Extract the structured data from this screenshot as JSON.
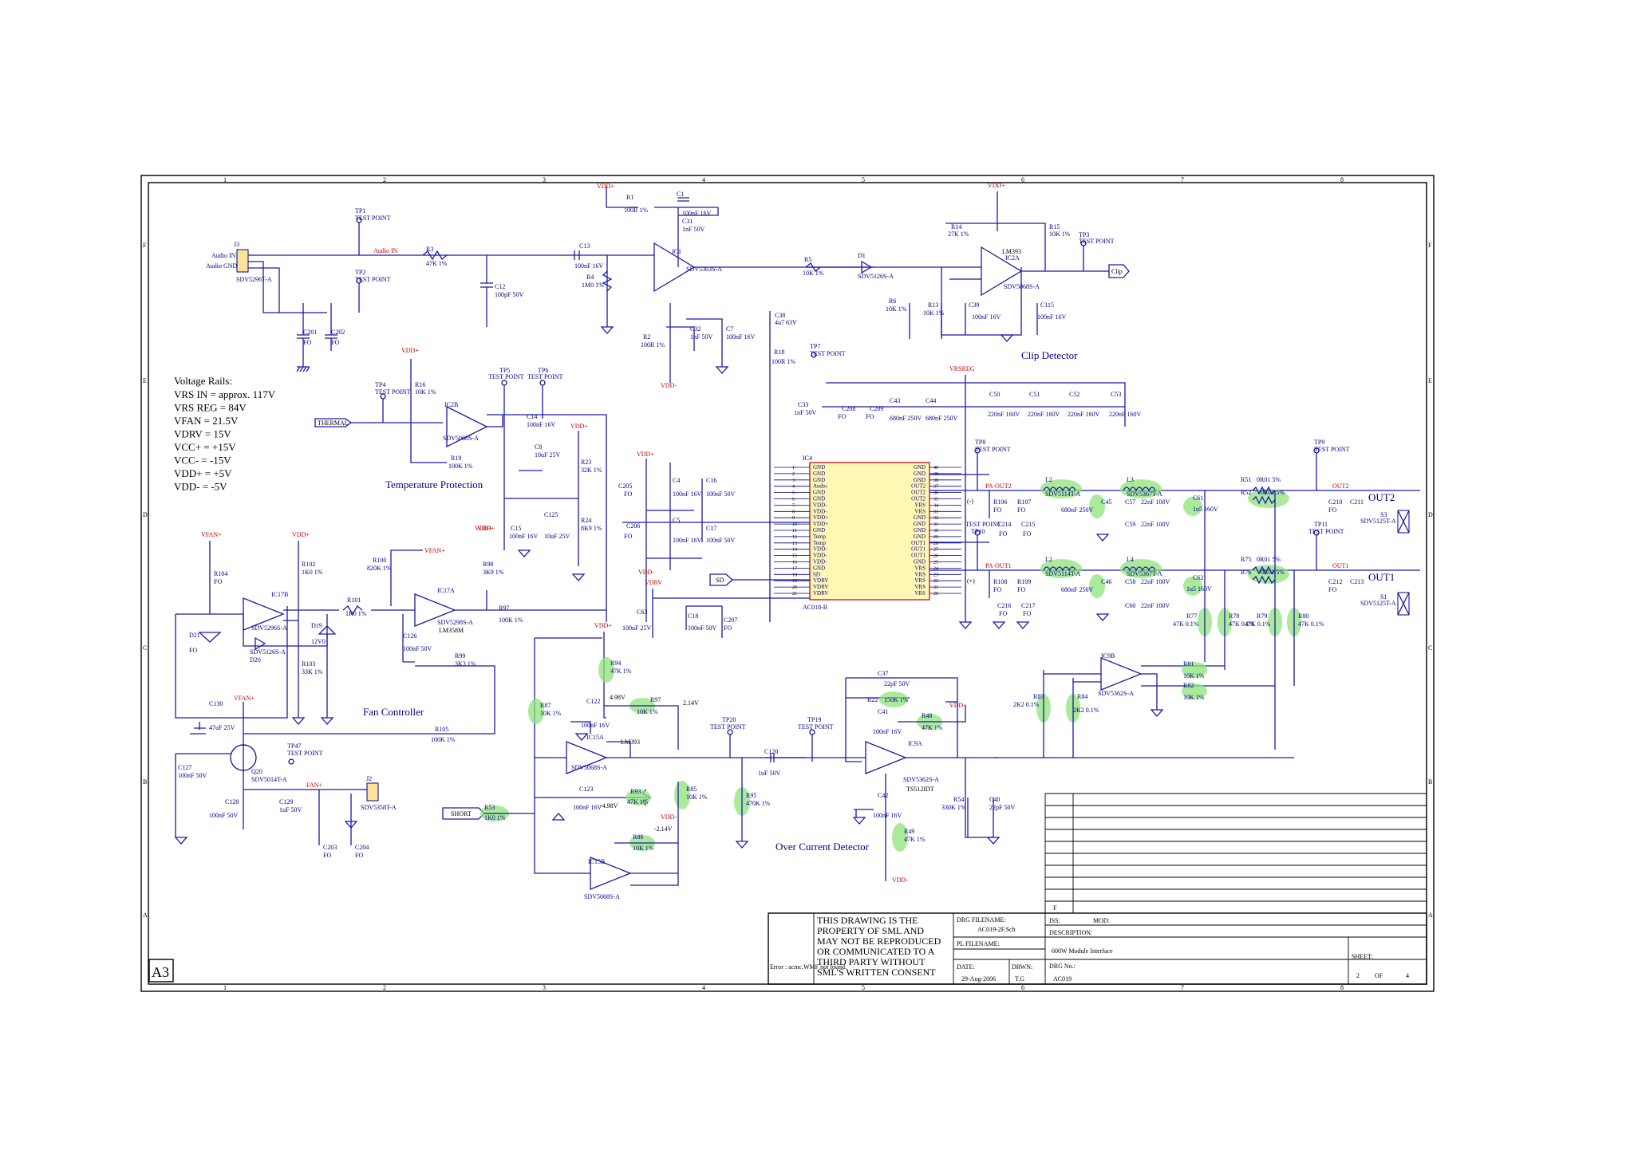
{
  "border": {
    "col_numbers": [
      "1",
      "2",
      "3",
      "4",
      "5",
      "6",
      "7",
      "8"
    ],
    "row_letters": [
      "F",
      "E",
      "D",
      "C",
      "B",
      "A"
    ],
    "sheet_size": "A3"
  },
  "voltage_rails": {
    "heading": "Voltage Rails:",
    "lines": [
      "VRS IN = approx. 117V",
      "VRS REG = 84V",
      "VFAN = 21.5V",
      "VDRV = 15V",
      "VCC+ = +15V",
      "VCC- = -15V",
      "VDD+ = +5V",
      "VDD- = -5V"
    ]
  },
  "blocks": {
    "temperature": "Temperature Protection",
    "fan": "Fan Controller",
    "clip": "Clip Detector",
    "overcurrent": "Over Current Detector"
  },
  "nets": {
    "thermal": "THERMAL",
    "short": "SHORT",
    "sd": "SD",
    "clip": "Clip",
    "out1": "OUT1",
    "out2": "OUT2",
    "audio_in": "Audio IN",
    "audio_gnd": "Audio GND",
    "vdd_plus": "VDD+",
    "vdd_minus": "VDD-",
    "vfan_plus": "VFAN+",
    "vdrv": "VDRV",
    "vrsreg": "VRSREG",
    "fan_plus": "FAN+",
    "pa_out2": "PA-OUT2",
    "pa_out1": "PA-OUT1",
    "minus_sign": "(-)",
    "plus_sign": "(+)"
  },
  "voltages": {
    "v1": "4.98V",
    "v2": "2.14V",
    "v3": "-4.98V",
    "v4": "-2.14V"
  },
  "ics": {
    "lm393_top": "LM393",
    "ic2a": "IC2A",
    "ic1": "IC1",
    "ic2b": "IC2B",
    "ic17a": "IC17A",
    "ic17b": "IC17B",
    "lm358": "LM358M",
    "lm393_mid": "LM393",
    "ic15a": "IC15A",
    "ic15b": "IC15B",
    "ic9a": "IC9A",
    "ic9b": "IC9B",
    "ts512": "TS512IDT",
    "ic4": "IC4",
    "ac018": "AC018-B"
  },
  "ic4_left_pins": [
    "GND",
    "GND",
    "GND",
    "Audio",
    "GND",
    "GND",
    "VDD-",
    "VDD-",
    "VDD+",
    "VDD+",
    "GND",
    "Temp",
    "Temp",
    "VDD-",
    "VDD-",
    "VDD-",
    "GND",
    "SD",
    "VDRV",
    "VDRV",
    "VDRV"
  ],
  "ic4_right_pins": [
    "GND",
    "GND",
    "GND",
    "OUT2",
    "OUT2",
    "OUT2",
    "VRS",
    "VRS",
    "GND",
    "GND",
    "GND",
    "GND",
    "OUT1",
    "OUT1",
    "OUT1",
    "GND",
    "VRS",
    "VRS",
    "VRS",
    "VRS",
    "VRS"
  ],
  "title_block": {
    "notice": [
      "THIS DRAWING IS THE",
      "PROPERTY OF SML AND",
      "MAY NOT BE REPRODUCED",
      "OR COMMUNICATED TO A",
      "THIRD PARTY WITHOUT",
      "SML'S WRITTEN CONSENT"
    ],
    "drg_filename_label": "DRG FILENAME:",
    "drg_filename": "AC019-2F.Sch",
    "pl_filename_label": "PL FILENAME:",
    "date_label": "DATE:",
    "date": "29-Aug-2006",
    "drwn_label": "DRWN:",
    "drwn": "T.G",
    "iss_label": "ISS:",
    "mod_label": "MOD:",
    "rev_letter": "F",
    "description_label": "DESCRIPTION:",
    "description": "600W Module Interface",
    "drg_no_label": "DRG No.:",
    "drg_no": "AC019",
    "sheet_label": "SHEET:",
    "sheet_no": "2",
    "sheet_of": "OF",
    "sheet_total": "4"
  }
}
